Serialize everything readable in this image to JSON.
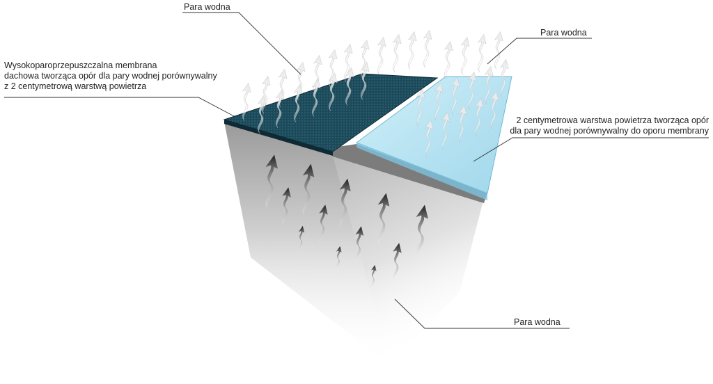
{
  "labels": {
    "top_vapor": "Para wodna",
    "right_vapor": "Para wodna",
    "membrane": [
      "Wysokoparoprzepuszczalna membrana",
      "dachowa tworząca opór dla pary wodnej porównywalny",
      "z 2 centymetrową warstwą powietrza"
    ],
    "air_layer": [
      "2 centymetrowa warstwa powietrza tworząca opór",
      "dla pary wodnej porównywalny do oporu membrany"
    ],
    "bottom_vapor": "Para wodna"
  },
  "colors": {
    "membrane": "#1d4a5a",
    "membrane_dark": "#0f2a35",
    "air_layer": "#a9dcee",
    "air_layer_edge": "#6fb9d6",
    "block_side": "#c9c9c9",
    "block_top_edge": "#7c7c7c",
    "arrow_dark": "#1e1e1e",
    "arrow_light": "#e6e6e6"
  },
  "icons": {
    "dark_arrow": "wavy-arrow-icon",
    "light_arrow": "wavy-vapor-icon"
  }
}
